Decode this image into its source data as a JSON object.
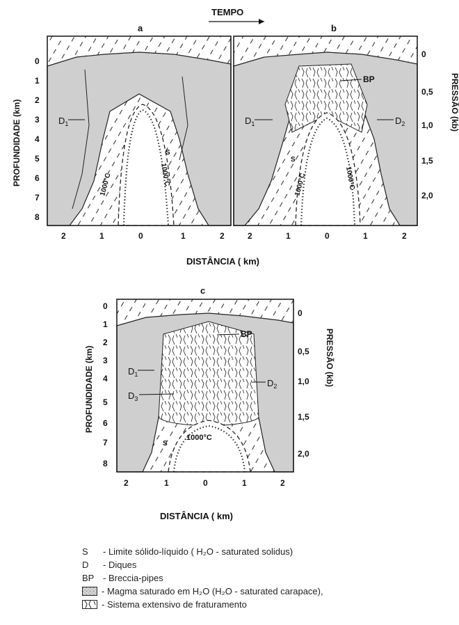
{
  "header": {
    "tempo": "TEMPO"
  },
  "panels": {
    "a": {
      "letter": "a",
      "depth_ticks": [
        "0",
        "1",
        "2",
        "3",
        "4",
        "5",
        "6",
        "7",
        "8"
      ],
      "distance_ticks": [
        "2",
        "1",
        "0",
        "1",
        "2"
      ],
      "labels": {
        "dike1": "D",
        "dike1_sub": "1",
        "isotherm_left": "1000°C",
        "isotherm_right": "1000°C",
        "solidus_right": "S"
      }
    },
    "b": {
      "letter": "b",
      "pressure_ticks": [
        "0",
        "0,5",
        "1,0",
        "1,5",
        "2,0"
      ],
      "distance_ticks": [
        "2",
        "1",
        "0",
        "1",
        "2"
      ],
      "labels": {
        "bp": "BP",
        "dike1": "D",
        "dike1_sub": "1",
        "dike2": "D",
        "dike2_sub": "2",
        "solidus": "S",
        "isotherm_left": "1000°C",
        "isotherm_right": "1000°C"
      }
    },
    "c": {
      "letter": "c",
      "depth_ticks": [
        "0",
        "1",
        "2",
        "3",
        "4",
        "5",
        "6",
        "7",
        "8"
      ],
      "pressure_ticks": [
        "0",
        "0,5",
        "1,0",
        "1,5",
        "2,0"
      ],
      "distance_ticks": [
        "2",
        "1",
        "0",
        "1",
        "2"
      ],
      "labels": {
        "bp": "BP",
        "dike1": "D",
        "dike1_sub": "1",
        "dike2": "D",
        "dike2_sub": "2",
        "dike3": "D",
        "dike3_sub": "3",
        "solidus": "S",
        "isotherm": "1000°C"
      }
    }
  },
  "axes": {
    "depth_label": "PROFUNDIDADE (km)",
    "pressure_label": "PRESSÃO (kb)",
    "distance_label": "DISTÂNCIA ( km)"
  },
  "legend": {
    "s_key": "S",
    "s_text": "- Limite sólido-líquido ( H₂O - saturated solidus)",
    "d_key": "D",
    "d_text": "- Diques",
    "bp_key": "BP",
    "bp_text": "- Breccia-pipes",
    "carapace_text": "- Magma saturado em H₂O (H₂O - saturated carapace),",
    "fracture_text": "- Sistema extensivo de fraturamento"
  },
  "colors": {
    "ink": "#1a1a1a",
    "magma_fill": "#cfcfcf",
    "background": "#ffffff"
  }
}
